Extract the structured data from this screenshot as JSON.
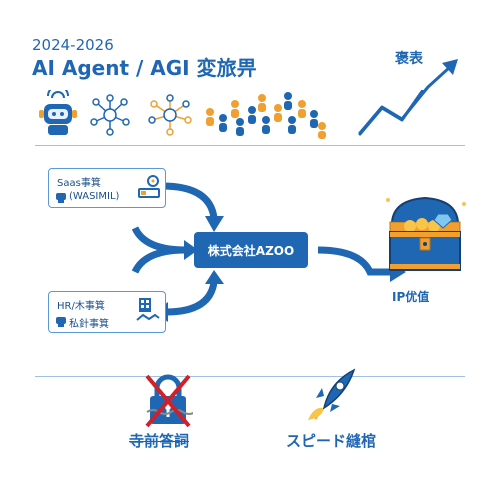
{
  "header": {
    "year_range": "2024-2026",
    "title": "AI Agent / AGI 変旅畀",
    "trend_label": "褒表"
  },
  "boxes": [
    {
      "line1": "Saas事箕",
      "line2": "(WASIMIL)"
    },
    {
      "line1": "HR/木事箕",
      "line2": "私針事箕"
    }
  ],
  "center": {
    "label": "株式会社AZOO"
  },
  "outcome": {
    "label": "IP优值"
  },
  "bottom": {
    "left_label": "寺前答詞",
    "right_label": "スピード縫棺"
  },
  "colors": {
    "primary": "#1f67b3",
    "orange": "#f0a030",
    "red": "#d0202a",
    "line": "#9fc1e6"
  },
  "icons": [
    "robot-icon",
    "network-icon",
    "network-orange-icon",
    "crowd-icon",
    "trend-arrow-icon",
    "treasure-chest-icon",
    "padlock-icon",
    "rocket-icon"
  ]
}
